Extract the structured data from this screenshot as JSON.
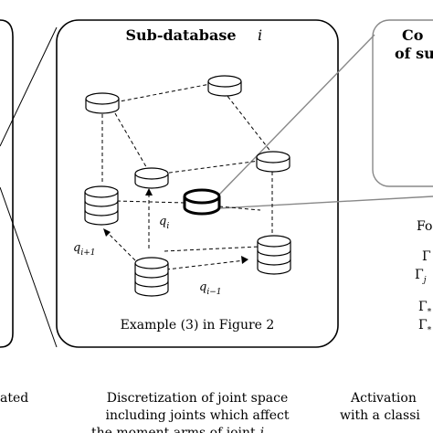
{
  "panel_center": {
    "title": "Sub-database",
    "title_var": "i",
    "caption": "Example (3) in Figure 2",
    "labels": {
      "q_i": "q",
      "q_i_sub": "i",
      "q_i_plus": "q",
      "q_i_plus_sub": "i+1",
      "q_i_minus": "q",
      "q_i_minus_sub": "i−1"
    }
  },
  "panel_right": {
    "title_line1": "Co",
    "title_line2": "of su",
    "side_text": [
      "Fo",
      "Γ",
      "Γ",
      "Γ",
      "Γ"
    ],
    "side_sub": [
      "",
      "",
      "j",
      "*",
      "*"
    ]
  },
  "bottom_captions": {
    "left": "ated",
    "center": [
      "Discretization of joint space",
      "including joints which affect",
      "the moment arms of joint"
    ],
    "center_var": "i",
    "right": [
      "Activation",
      "with a classi"
    ]
  }
}
